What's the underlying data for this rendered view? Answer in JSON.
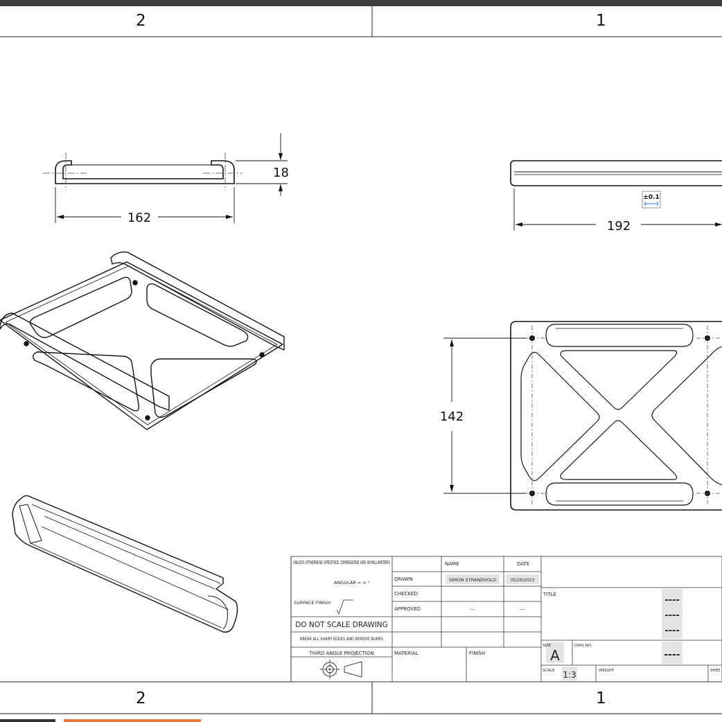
{
  "zones": {
    "top_left": "2",
    "top_right": "1",
    "bottom_left": "2",
    "bottom_right": "1"
  },
  "dimensions": {
    "front_width": "162",
    "front_height": "18",
    "side_width": "192",
    "plan_height": "142",
    "tolerance": "±0.1"
  },
  "title_block": {
    "general_note": "UNLESS OTHERWISE SPECIFIED, DIMENSIONS ARE IN MILLIMETERS",
    "angular": "ANGULAR = ± °",
    "surface_finish": "SURFACE FINISH",
    "do_not_scale": "DO NOT SCALE DRAWING",
    "break_edges": "BREAK ALL SHARP EDGES AND REMOVE BURRS",
    "projection": "THIRD ANGLE PROJECTION",
    "col_name": "NAME",
    "col_date": "DATE",
    "drawn_label": "DRAWN",
    "drawn_name": "SIMON STRANDVOLD",
    "drawn_date": "05/26/2023",
    "checked_label": "CHECKED",
    "approved_label": "APPROVED",
    "approved_name": "---",
    "approved_date": "---",
    "material_label": "MATERIAL",
    "finish_label": "FINISH",
    "title_label": "TITLE",
    "title_line1": "----",
    "title_line2": "----",
    "title_line3": "----",
    "size_label": "SIZE",
    "size_value": "A",
    "dwg_label": "DWG NO.",
    "dwg_value": "----",
    "scale_label": "SCALE",
    "scale_value": "1:3",
    "weight_label": "WEIGHT",
    "sheet_label": "SHEE"
  }
}
